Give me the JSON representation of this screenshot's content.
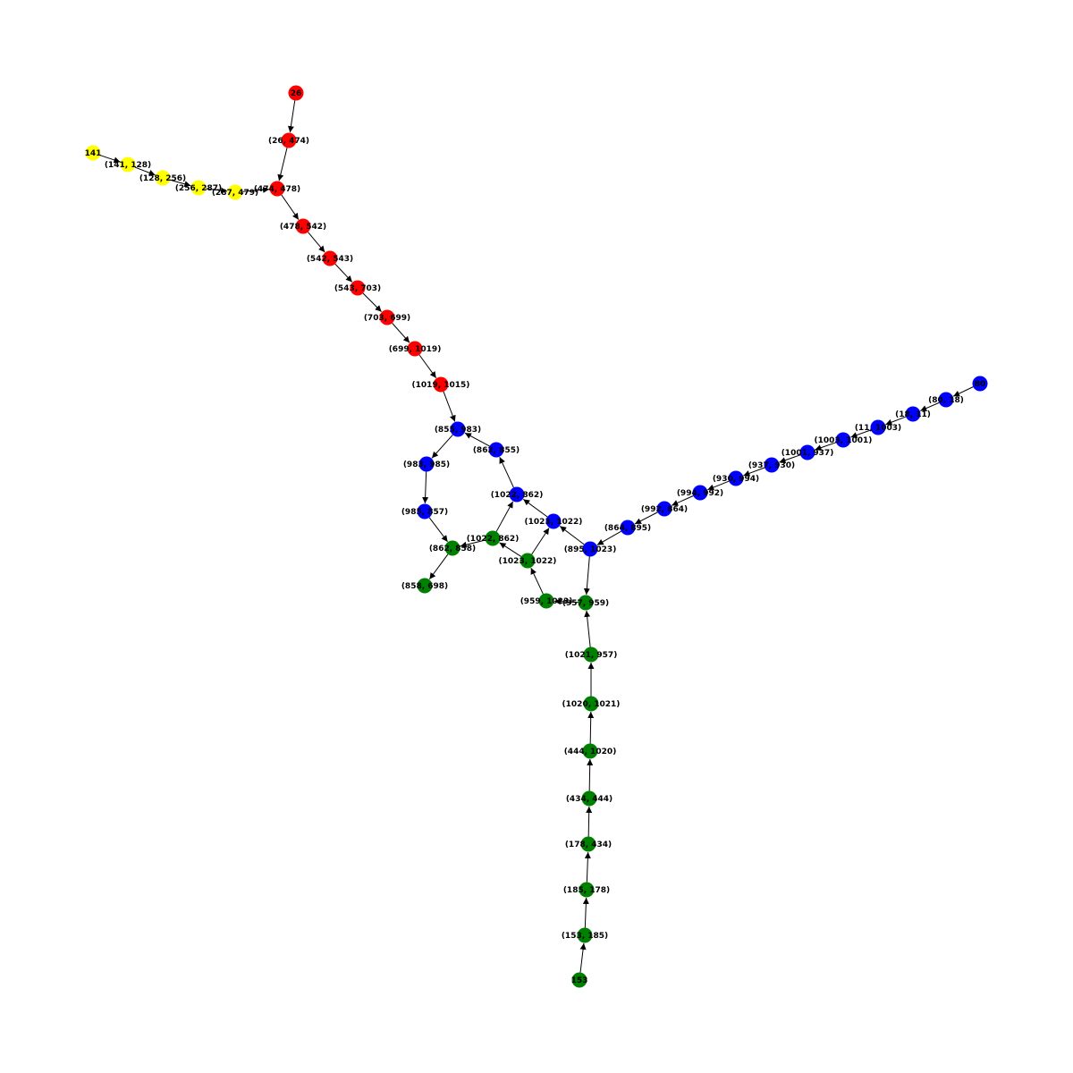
{
  "graph": {
    "directed": true,
    "colors": {
      "red": "#ff0000",
      "yellow": "#ffff00",
      "blue": "#0000ff",
      "green": "#008000",
      "edge": "#000000"
    },
    "nodes": [
      {
        "id": "r1",
        "label": "26",
        "color": "red"
      },
      {
        "id": "r2",
        "label": "(26, 474)",
        "color": "red"
      },
      {
        "id": "r3",
        "label": "(474, 478)",
        "color": "red"
      },
      {
        "id": "r4",
        "label": "(478, 542)",
        "color": "red"
      },
      {
        "id": "r5",
        "label": "(542, 543)",
        "color": "red"
      },
      {
        "id": "r6",
        "label": "(543, 703)",
        "color": "red"
      },
      {
        "id": "r7",
        "label": "(703, 699)",
        "color": "red"
      },
      {
        "id": "r8",
        "label": "(699, 1019)",
        "color": "red"
      },
      {
        "id": "r9",
        "label": "(1019, 1015)",
        "color": "red"
      },
      {
        "id": "y1",
        "label": "141",
        "color": "yellow"
      },
      {
        "id": "y2",
        "label": "(141, 128)",
        "color": "yellow"
      },
      {
        "id": "y3",
        "label": "(128, 256)",
        "color": "yellow"
      },
      {
        "id": "y4",
        "label": "(256, 287)",
        "color": "yellow"
      },
      {
        "id": "y5",
        "label": "(287, 479)",
        "color": "yellow"
      },
      {
        "id": "b1",
        "label": "80",
        "color": "blue"
      },
      {
        "id": "b2",
        "label": "(80, 18)",
        "color": "blue"
      },
      {
        "id": "b3",
        "label": "(18, 11)",
        "color": "blue"
      },
      {
        "id": "b4",
        "label": "(11, 1003)",
        "color": "blue"
      },
      {
        "id": "b5",
        "label": "(1003, 1001)",
        "color": "blue"
      },
      {
        "id": "b6",
        "label": "(1001, 937)",
        "color": "blue"
      },
      {
        "id": "b7",
        "label": "(937, 930)",
        "color": "blue"
      },
      {
        "id": "b8",
        "label": "(930, 994)",
        "color": "blue"
      },
      {
        "id": "b9",
        "label": "(994, 992)",
        "color": "blue"
      },
      {
        "id": "b10",
        "label": "(992, 864)",
        "color": "blue"
      },
      {
        "id": "b11",
        "label": "(864, 895)",
        "color": "blue"
      },
      {
        "id": "b12",
        "label": "(895, 1023)",
        "color": "blue"
      },
      {
        "id": "b13",
        "label": "(1023, 1022)",
        "color": "blue"
      },
      {
        "id": "b14",
        "label": "(1022, 862)",
        "color": "blue"
      },
      {
        "id": "b15",
        "label": "(862, 855)",
        "color": "blue"
      },
      {
        "id": "b16",
        "label": "(855, 983)",
        "color": "blue"
      },
      {
        "id": "b17",
        "label": "(983, 985)",
        "color": "blue"
      },
      {
        "id": "b18",
        "label": "(985, 857)",
        "color": "blue"
      },
      {
        "id": "g1",
        "label": "153",
        "color": "green"
      },
      {
        "id": "g2",
        "label": "(153, 185)",
        "color": "green"
      },
      {
        "id": "g3",
        "label": "(185, 178)",
        "color": "green"
      },
      {
        "id": "g4",
        "label": "(178, 434)",
        "color": "green"
      },
      {
        "id": "g5",
        "label": "(434, 444)",
        "color": "green"
      },
      {
        "id": "g6",
        "label": "(444, 1020)",
        "color": "green"
      },
      {
        "id": "g7",
        "label": "(1020, 1021)",
        "color": "green"
      },
      {
        "id": "g8",
        "label": "(1021, 957)",
        "color": "green"
      },
      {
        "id": "g9",
        "label": "(957, 959)",
        "color": "green"
      },
      {
        "id": "g10",
        "label": "(959, 1023)",
        "color": "green"
      },
      {
        "id": "g11",
        "label": "(1023, 1022)",
        "color": "green"
      },
      {
        "id": "g12",
        "label": "(1022, 862)",
        "color": "green"
      },
      {
        "id": "g13",
        "label": "(862, 858)",
        "color": "green"
      },
      {
        "id": "g14",
        "label": "(858, 698)",
        "color": "green"
      }
    ],
    "edges": [
      [
        "r1",
        "r2"
      ],
      [
        "r2",
        "r3"
      ],
      [
        "r3",
        "r4"
      ],
      [
        "r4",
        "r5"
      ],
      [
        "r5",
        "r6"
      ],
      [
        "r6",
        "r7"
      ],
      [
        "r7",
        "r8"
      ],
      [
        "r8",
        "r9"
      ],
      [
        "r9",
        "b16"
      ],
      [
        "y1",
        "y2"
      ],
      [
        "y2",
        "y3"
      ],
      [
        "y3",
        "y4"
      ],
      [
        "y4",
        "y5"
      ],
      [
        "y5",
        "r3"
      ],
      [
        "b1",
        "b2"
      ],
      [
        "b2",
        "b3"
      ],
      [
        "b3",
        "b4"
      ],
      [
        "b4",
        "b5"
      ],
      [
        "b5",
        "b6"
      ],
      [
        "b6",
        "b7"
      ],
      [
        "b7",
        "b8"
      ],
      [
        "b8",
        "b9"
      ],
      [
        "b9",
        "b10"
      ],
      [
        "b10",
        "b11"
      ],
      [
        "b11",
        "b12"
      ],
      [
        "b12",
        "b13"
      ],
      [
        "b13",
        "b14"
      ],
      [
        "b14",
        "b15"
      ],
      [
        "b15",
        "b16"
      ],
      [
        "b16",
        "b17"
      ],
      [
        "b17",
        "b18"
      ],
      [
        "b18",
        "g13"
      ],
      [
        "b12",
        "g9"
      ],
      [
        "g1",
        "g2"
      ],
      [
        "g2",
        "g3"
      ],
      [
        "g3",
        "g4"
      ],
      [
        "g4",
        "g5"
      ],
      [
        "g5",
        "g6"
      ],
      [
        "g6",
        "g7"
      ],
      [
        "g7",
        "g8"
      ],
      [
        "g8",
        "g9"
      ],
      [
        "g9",
        "g10"
      ],
      [
        "g10",
        "g11"
      ],
      [
        "g11",
        "g12"
      ],
      [
        "g11",
        "b13"
      ],
      [
        "g12",
        "g13"
      ],
      [
        "g12",
        "b14"
      ],
      [
        "g13",
        "g14"
      ]
    ]
  }
}
